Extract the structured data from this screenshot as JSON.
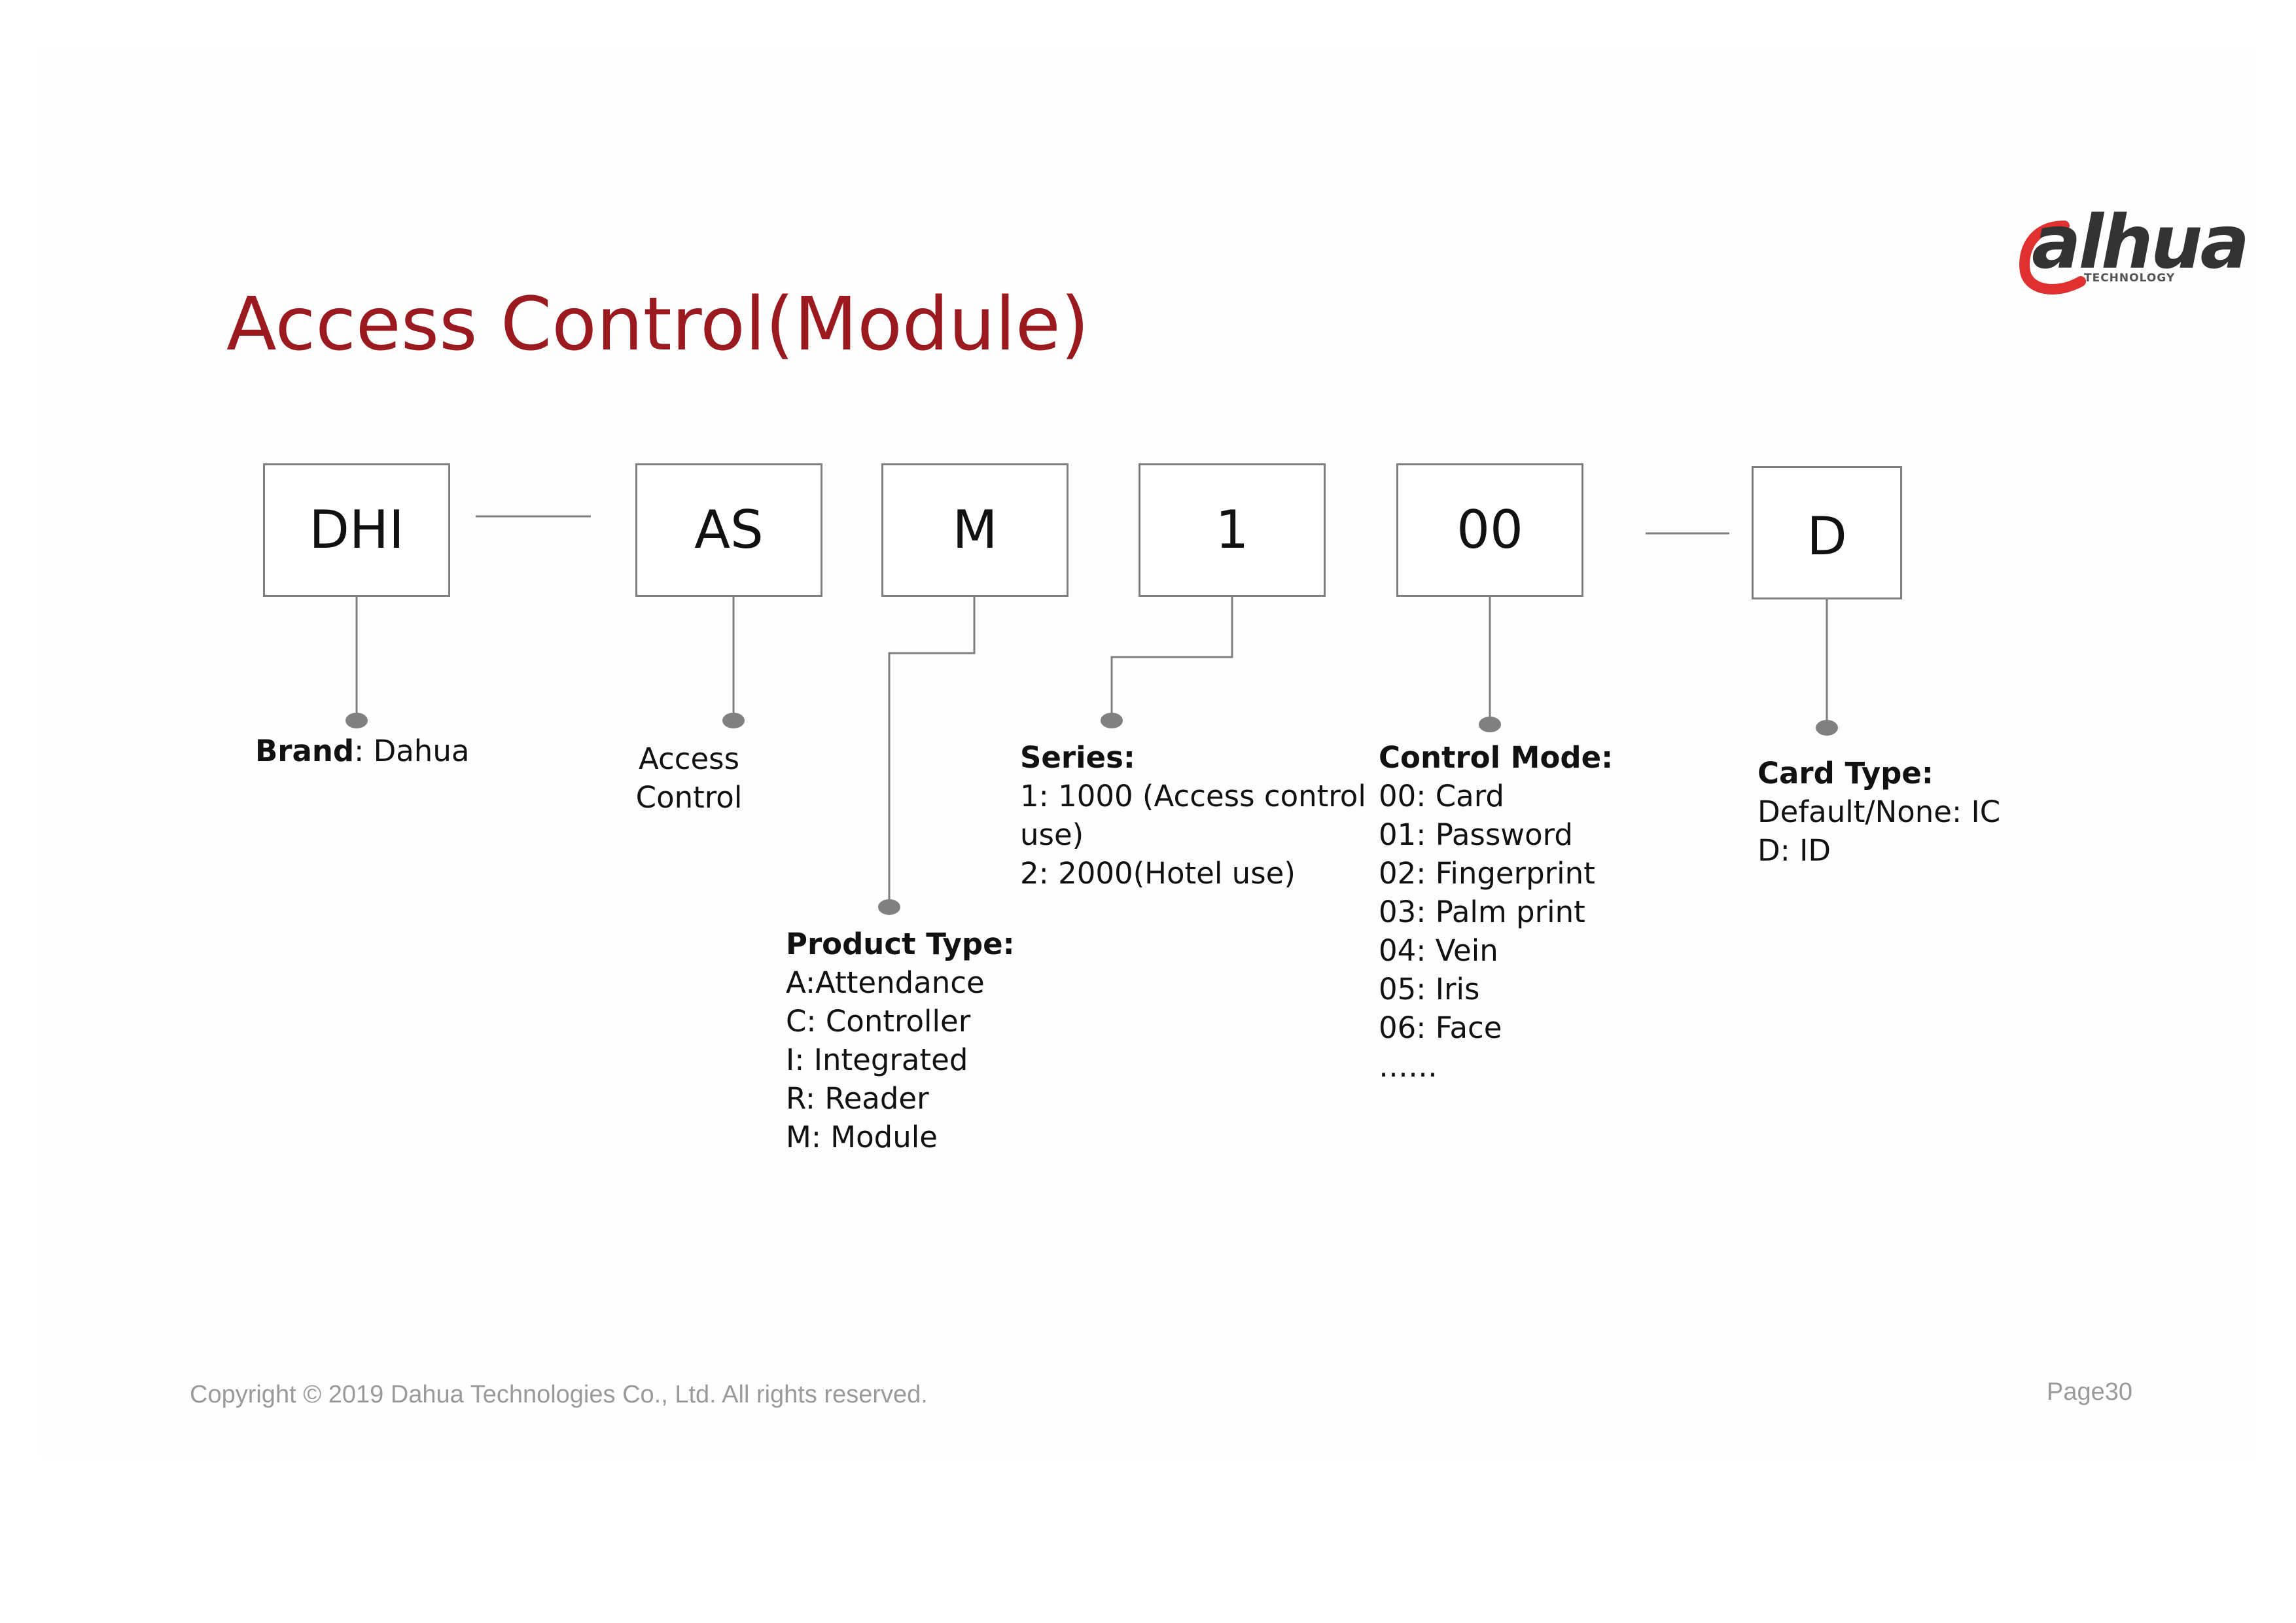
{
  "title": "Access Control(Module)",
  "logo": {
    "wordmark": "alhua",
    "sub": "TECHNOLOGY",
    "accent_color": "#e03030"
  },
  "colors": {
    "title": "#9a1a1f",
    "line": "#7f7f7f",
    "dot": "#808080"
  },
  "boxes": [
    {
      "id": "brand",
      "label": "DHI"
    },
    {
      "id": "category",
      "label": "AS"
    },
    {
      "id": "product_type",
      "label": "M"
    },
    {
      "id": "series",
      "label": "1"
    },
    {
      "id": "control_mode",
      "label": "00"
    },
    {
      "id": "card_type",
      "label": "D"
    }
  ],
  "brand": {
    "heading": "Brand",
    "value": ": Dahua"
  },
  "category": {
    "lines": [
      "Access",
      "Control"
    ]
  },
  "series": {
    "heading": "Series:",
    "lines": [
      "1: 1000 (Access control",
      "use)",
      "2: 2000(Hotel use)"
    ]
  },
  "product_type": {
    "heading": "Product Type:",
    "lines": [
      "A:Attendance",
      "C: Controller",
      "I: Integrated",
      "R: Reader",
      "M: Module"
    ]
  },
  "control_mode": {
    "heading": "Control Mode:",
    "lines": [
      "00: Card",
      "01: Password",
      "02: Fingerprint",
      "03: Palm print",
      "04: Vein",
      "05: Iris",
      "06: Face",
      "……"
    ]
  },
  "card_type": {
    "heading": "Card Type:",
    "lines": [
      "Default/None: IC",
      "D: ID"
    ]
  },
  "footer": {
    "copyright": "Copyright © 2019 Dahua Technologies Co., Ltd. All rights reserved.",
    "page": "Page30"
  }
}
